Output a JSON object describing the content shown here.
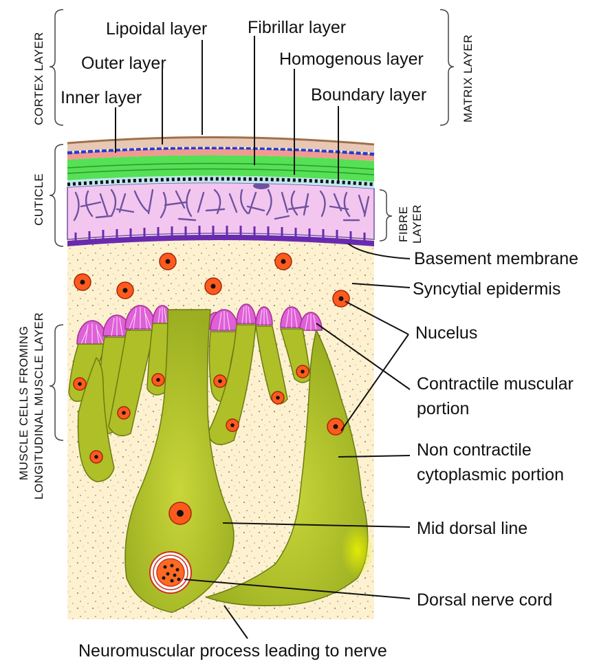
{
  "labels": {
    "lipoidal_layer": "Lipoidal layer",
    "fibrillar_layer": "Fibrillar layer",
    "outer_layer": "Outer layer",
    "homogenous_layer": "Homogenous layer",
    "inner_layer": "Inner layer",
    "boundary_layer": "Boundary layer",
    "basement_membrane": "Basement membrane",
    "syncytial_epidermis": "Syncytial epidermis",
    "nucelus": "Nucelus",
    "contractile_1": "Contractile muscular",
    "contractile_2": "portion",
    "non_contractile_1": "Non contractile",
    "non_contractile_2": "cytoplasmic portion",
    "mid_dorsal_line": "Mid dorsal line",
    "dorsal_nerve_cord": "Dorsal nerve cord",
    "neuromuscular": "Neuromuscular process leading to nerve"
  },
  "side_labels": {
    "cortex_layer": "CORTEX LAYER",
    "matrix_layer": "MATRIX LAYER",
    "cuticle": "CUTICLE",
    "fibre_1": "FIBRE",
    "fibre_2": "LAYER",
    "muscle_1": "MUSCLE CELLS FROMING",
    "muscle_2": "LONGITUDINAL MUSCLE LAYER"
  },
  "colors": {
    "background_tissue": "#fdf1cf",
    "muscle_green": "#aebf28",
    "contractile_pink": "#e060d8",
    "nucleus_orange": "#ff5a1e",
    "fibre_lilac": "#f3c6ef",
    "fibre_lines": "#6e52a0",
    "basement_purple": "#6a2ab0",
    "lipoidal_brown": "#a0704a",
    "outer_pink": "#f09090",
    "inner_blue": "#1f3fd0",
    "fibrillar_green": "#55e055"
  }
}
